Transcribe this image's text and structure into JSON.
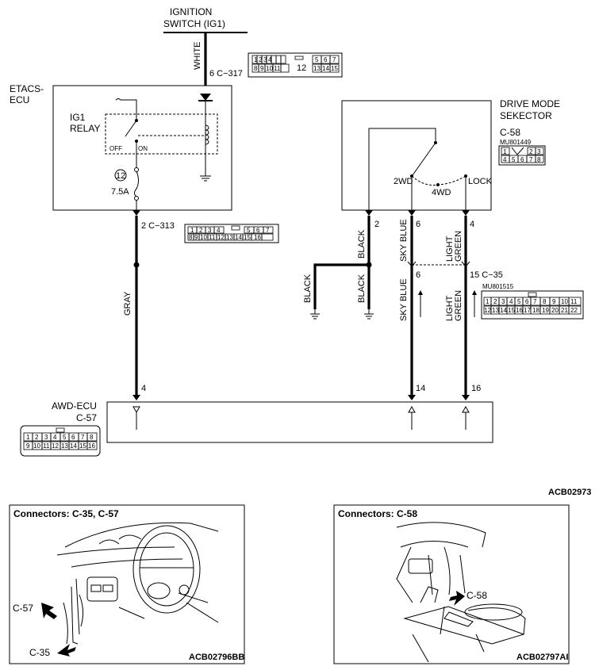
{
  "ignition": {
    "line1": "IGNITION",
    "line2": "SWITCH (IG1)"
  },
  "wires": {
    "white": "WHITE",
    "gray": "GRAY",
    "black": "BLACK",
    "sky_blue": "SKY BLUE",
    "light": "LIGHT",
    "green": "GREEN"
  },
  "etacs": {
    "line1": "ETACS-",
    "line2": "ECU",
    "relay1": "IG1",
    "relay2": "RELAY",
    "off": "OFF",
    "on": "ON",
    "fuse_no": "12",
    "fuse_rating": "7.5A"
  },
  "dms": {
    "line1": "DRIVE MODE",
    "line2": "SEKECTOR",
    "conn": "C-58",
    "part": "MU801449",
    "pos_2wd": "2WD",
    "pos_4wd": "4WD",
    "pos_lock": "LOCK"
  },
  "awd": {
    "line1": "AWD-ECU",
    "conn": "C-57"
  },
  "pins": {
    "c317": "6  C−317",
    "c313": "2  C−313",
    "p2": "2",
    "p6": "6",
    "p4": "4",
    "p6b": "6",
    "c35": "15  C−35",
    "c35_part": "MU801515",
    "p4b": "4",
    "p14": "14",
    "p16": "16"
  },
  "conn_c317": {
    "top": [
      "1",
      "2",
      "3",
      "4",
      "5",
      "6",
      "7"
    ],
    "bottom": [
      "8",
      "9",
      "10",
      "11",
      "13",
      "14",
      "15"
    ],
    "center": "12"
  },
  "conn_c313": {
    "top": [
      "1",
      "2",
      "3",
      "4",
      "5",
      "6",
      "7"
    ],
    "bottom": [
      "8",
      "9",
      "10",
      "11",
      "12",
      "13",
      "14",
      "15",
      "16"
    ]
  },
  "conn_c58": {
    "top": [
      "1",
      "2",
      "3"
    ],
    "bottom": [
      "4",
      "5",
      "6",
      "7",
      "8"
    ]
  },
  "conn_c35": {
    "top": [
      "1",
      "2",
      "3",
      "4",
      "5",
      "6",
      "7",
      "8",
      "9",
      "10",
      "11"
    ],
    "bottom": [
      "12",
      "13",
      "14",
      "15",
      "16",
      "17",
      "18",
      "19",
      "20",
      "21",
      "22"
    ]
  },
  "conn_c57": {
    "top": [
      "1",
      "2",
      "3",
      "4",
      "5",
      "6",
      "7",
      "8"
    ],
    "bottom": [
      "9",
      "10",
      "11",
      "12",
      "13",
      "14",
      "15",
      "16"
    ]
  },
  "codes": {
    "main": "ACB02973",
    "photo1": "ACB02796BB",
    "photo2": "ACB02797AI"
  },
  "photos": {
    "left_title": "Connectors: C-35, C-57",
    "left_c57": "C-57",
    "left_c35": "C-35",
    "right_title": "Connectors: C-58",
    "right_c58": "C-58"
  }
}
